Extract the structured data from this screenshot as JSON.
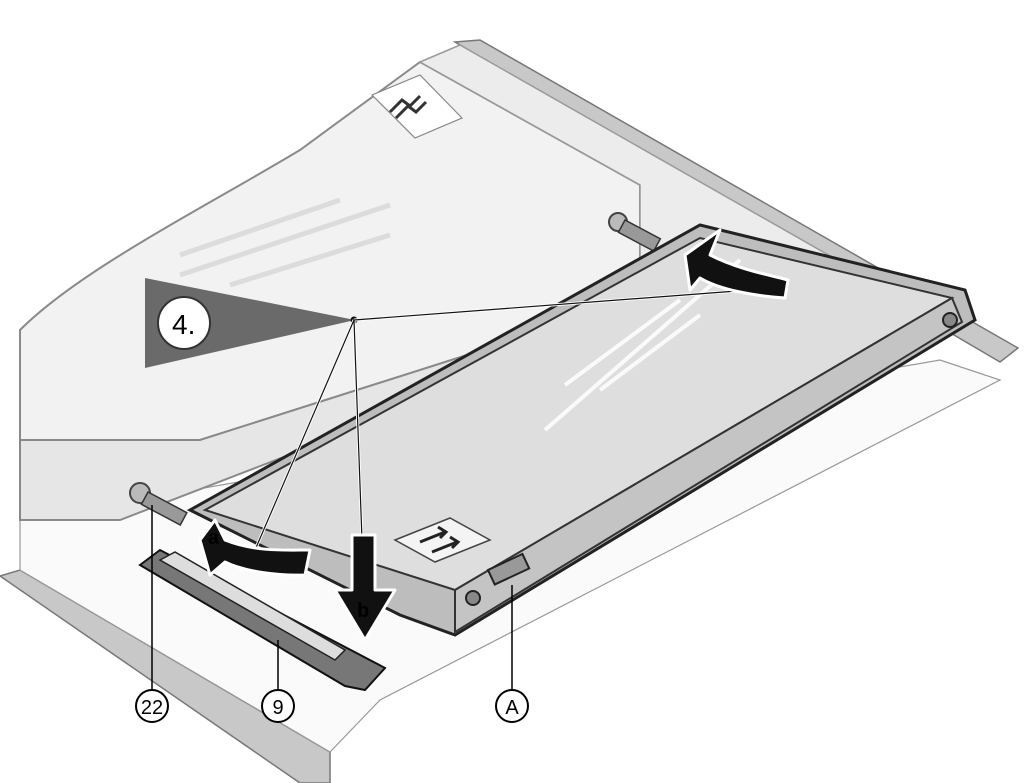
{
  "step": {
    "number": "4."
  },
  "arrows": {
    "a": "a",
    "b": "b"
  },
  "callouts": {
    "c22": "22",
    "c9": "9",
    "cA": "A"
  },
  "colors": {
    "rail": "#c8c8c8",
    "housing": "#ececec",
    "panel": "#dedede",
    "frame": "#bdbdbd",
    "stepWedge": "#6a6a6a",
    "arrow": "#111111"
  }
}
